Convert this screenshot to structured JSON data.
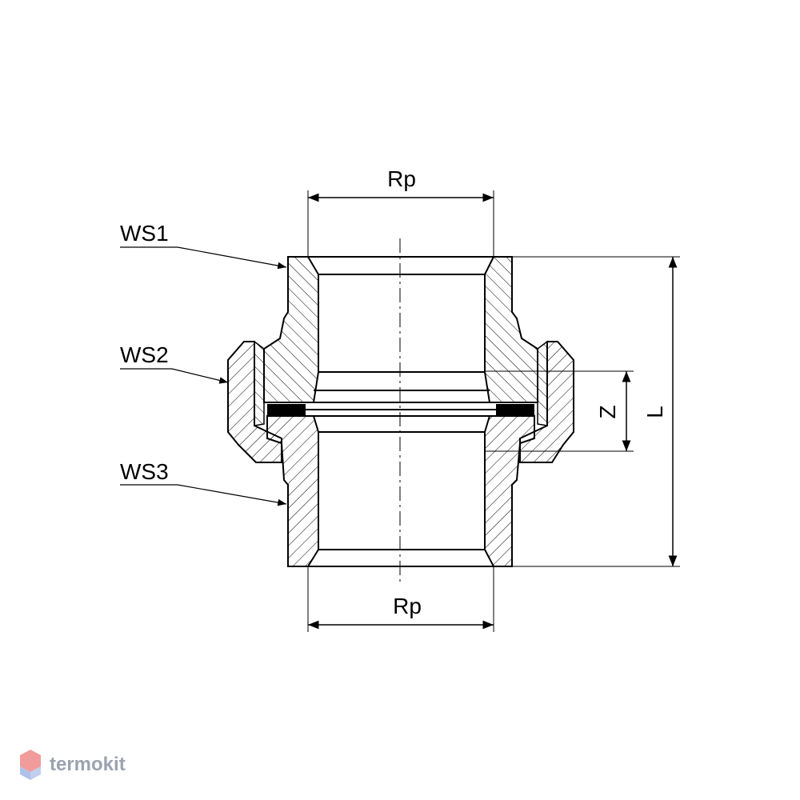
{
  "labels": {
    "top_thread": "Rp",
    "bottom_thread": "Rp",
    "ws1": "WS1",
    "ws2": "WS2",
    "ws3": "WS3",
    "dim_z": "Z",
    "dim_l": "L"
  },
  "watermark": {
    "brand": "termokit"
  },
  "colors": {
    "line": "#000000",
    "watermark": "#9aa3b0",
    "logo_red": "#e64b4b",
    "logo_blue": "#6f8fd6"
  }
}
